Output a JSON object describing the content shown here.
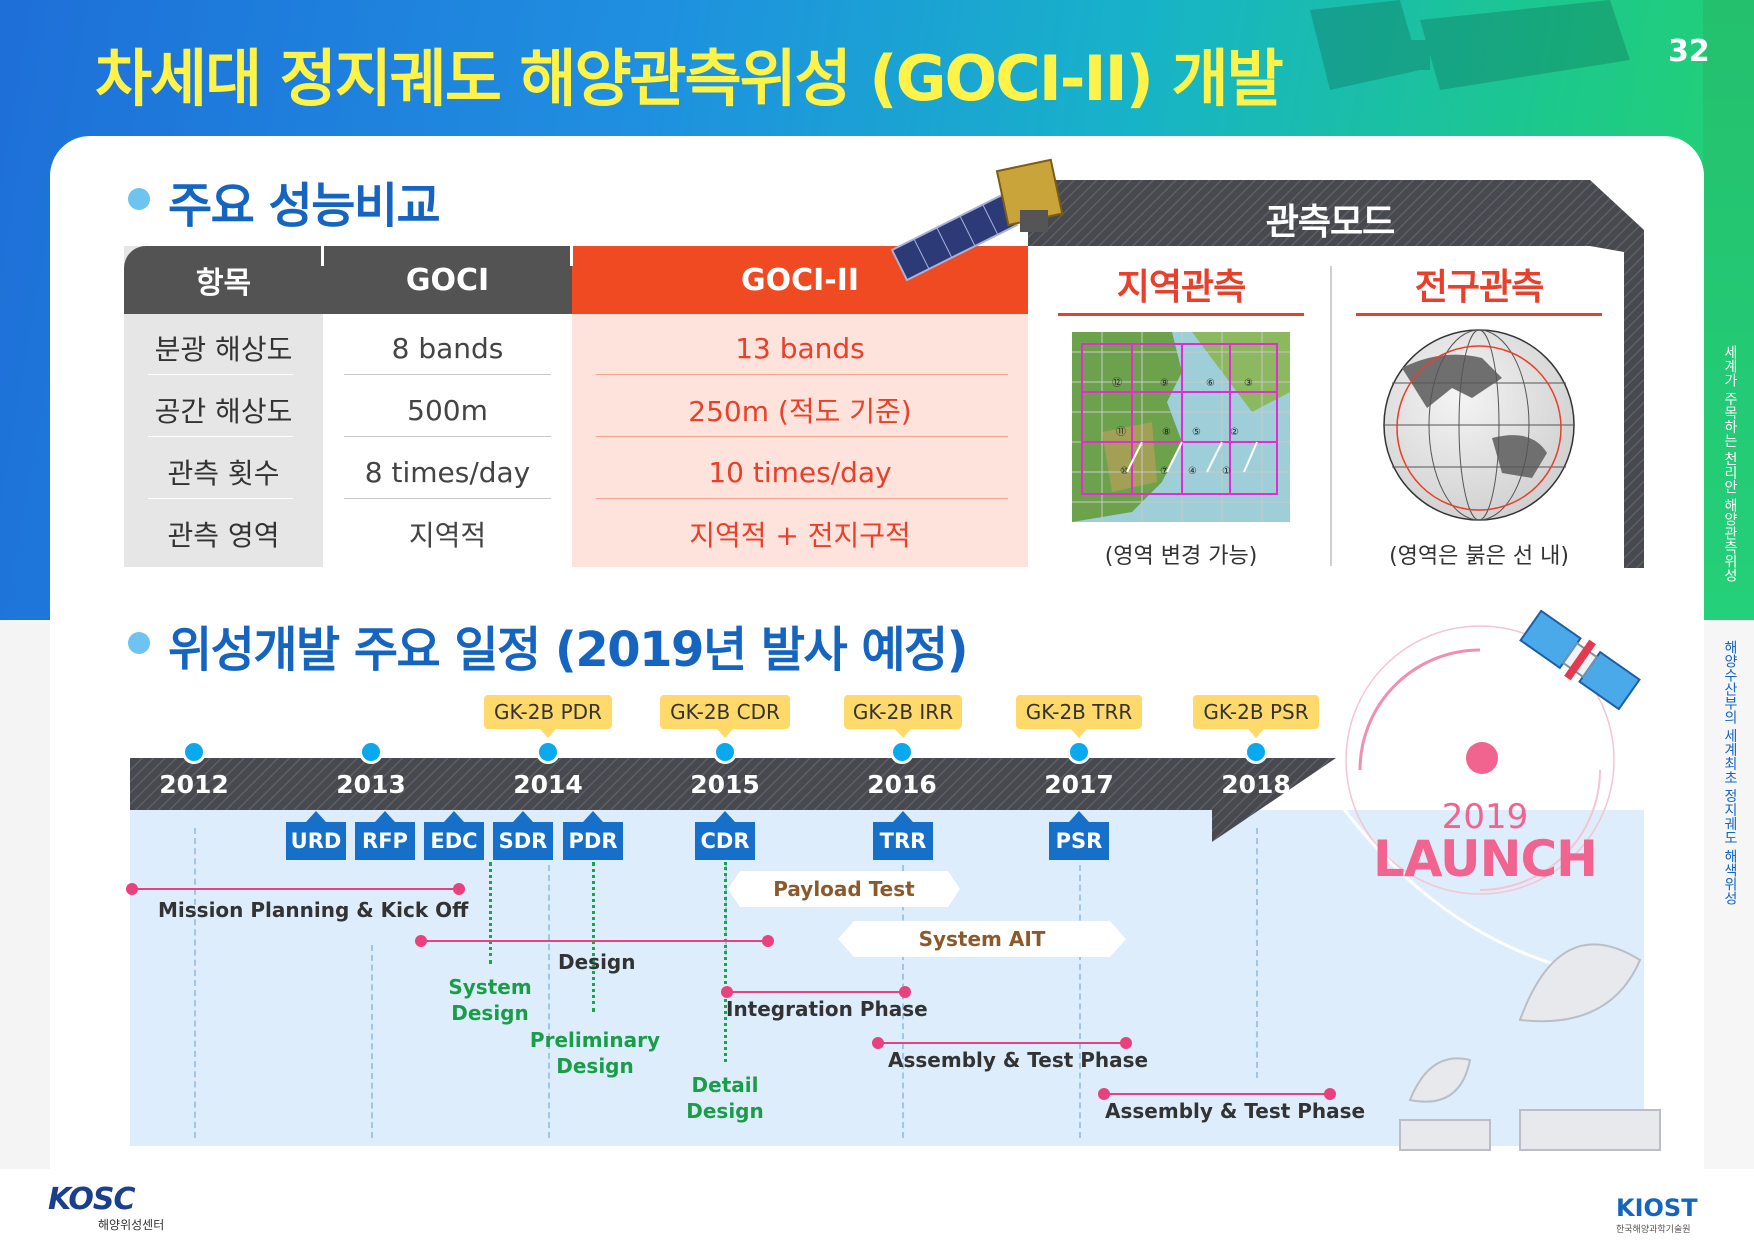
{
  "header": {
    "title": "차세대 정지궤도 해양관측위성 (GOCI-II) 개발",
    "page_number": "32"
  },
  "performance": {
    "section_title": "주요 성능비교",
    "columns": [
      "항목",
      "GOCI",
      "GOCI-II"
    ],
    "rows": [
      {
        "item": "분광 해상도",
        "goci": "8 bands",
        "goci2": "13 bands"
      },
      {
        "item": "공간 해상도",
        "goci": "500m",
        "goci2": "250m (적도 기준)"
      },
      {
        "item": "관측 횟수",
        "goci": "8 times/day",
        "goci2": "10 times/day"
      },
      {
        "item": "관측 영역",
        "goci": "지역적",
        "goci2": "지역적 + 전지구적"
      }
    ]
  },
  "observation_mode": {
    "title": "관측모드",
    "regional": {
      "label": "지역관측",
      "caption": "(영역 변경 가능)"
    },
    "global": {
      "label": "전구관측",
      "caption": "(영역은 붉은 선 내)"
    },
    "slot_numbers": [
      "⑫",
      "⑨",
      "⑥",
      "③",
      "⑪",
      "⑧",
      "⑤",
      "②",
      "⑩",
      "⑦",
      "④",
      "①"
    ]
  },
  "schedule": {
    "section_title": "위성개발 주요 일정 (2019년 발사 예정)",
    "years": [
      "2012",
      "2013",
      "2014",
      "2015",
      "2016",
      "2017",
      "2018"
    ],
    "milestones": [
      "GK-2B PDR",
      "GK-2B CDR",
      "GK-2B IRR",
      "GK-2B TRR",
      "GK-2B PSR"
    ],
    "reviews": [
      "URD",
      "RFP",
      "EDC",
      "SDR",
      "PDR",
      "CDR",
      "TRR",
      "PSR"
    ],
    "phases": {
      "mission": "Mission Planning & Kick Off",
      "design": "Design",
      "integration": "Integration Phase",
      "assembly1": "Assembly & Test Phase",
      "assembly2": "Assembly & Test Phase"
    },
    "green_labels": {
      "system_design": "System\nDesign",
      "preliminary_design": "Preliminary\nDesign",
      "detail_design": "Detail\nDesign"
    },
    "arrow_labels": {
      "payload_test": "Payload Test",
      "system_ait": "System AIT"
    },
    "launch": {
      "year": "2019",
      "label": "LAUNCH"
    }
  },
  "side": {
    "top_text": "세계가 주목하는 천리안 해양관측위성",
    "bottom_text": "해양수산부의 세계최초 정지궤도 해색위성"
  },
  "footer": {
    "left_logo": "KOSC",
    "left_caption": "해양위성센터",
    "right_logo": "KIOST",
    "right_caption": "한국해양과학기술원"
  },
  "colors": {
    "title_yellow": "#fff34a",
    "section_blue": "#1565c0",
    "goci2_red": "#f04a23",
    "milestone_yellow": "#ffd96a",
    "review_blue": "#1670c9",
    "phase_pink": "#e9417e",
    "launch_pink": "#f0648f"
  }
}
